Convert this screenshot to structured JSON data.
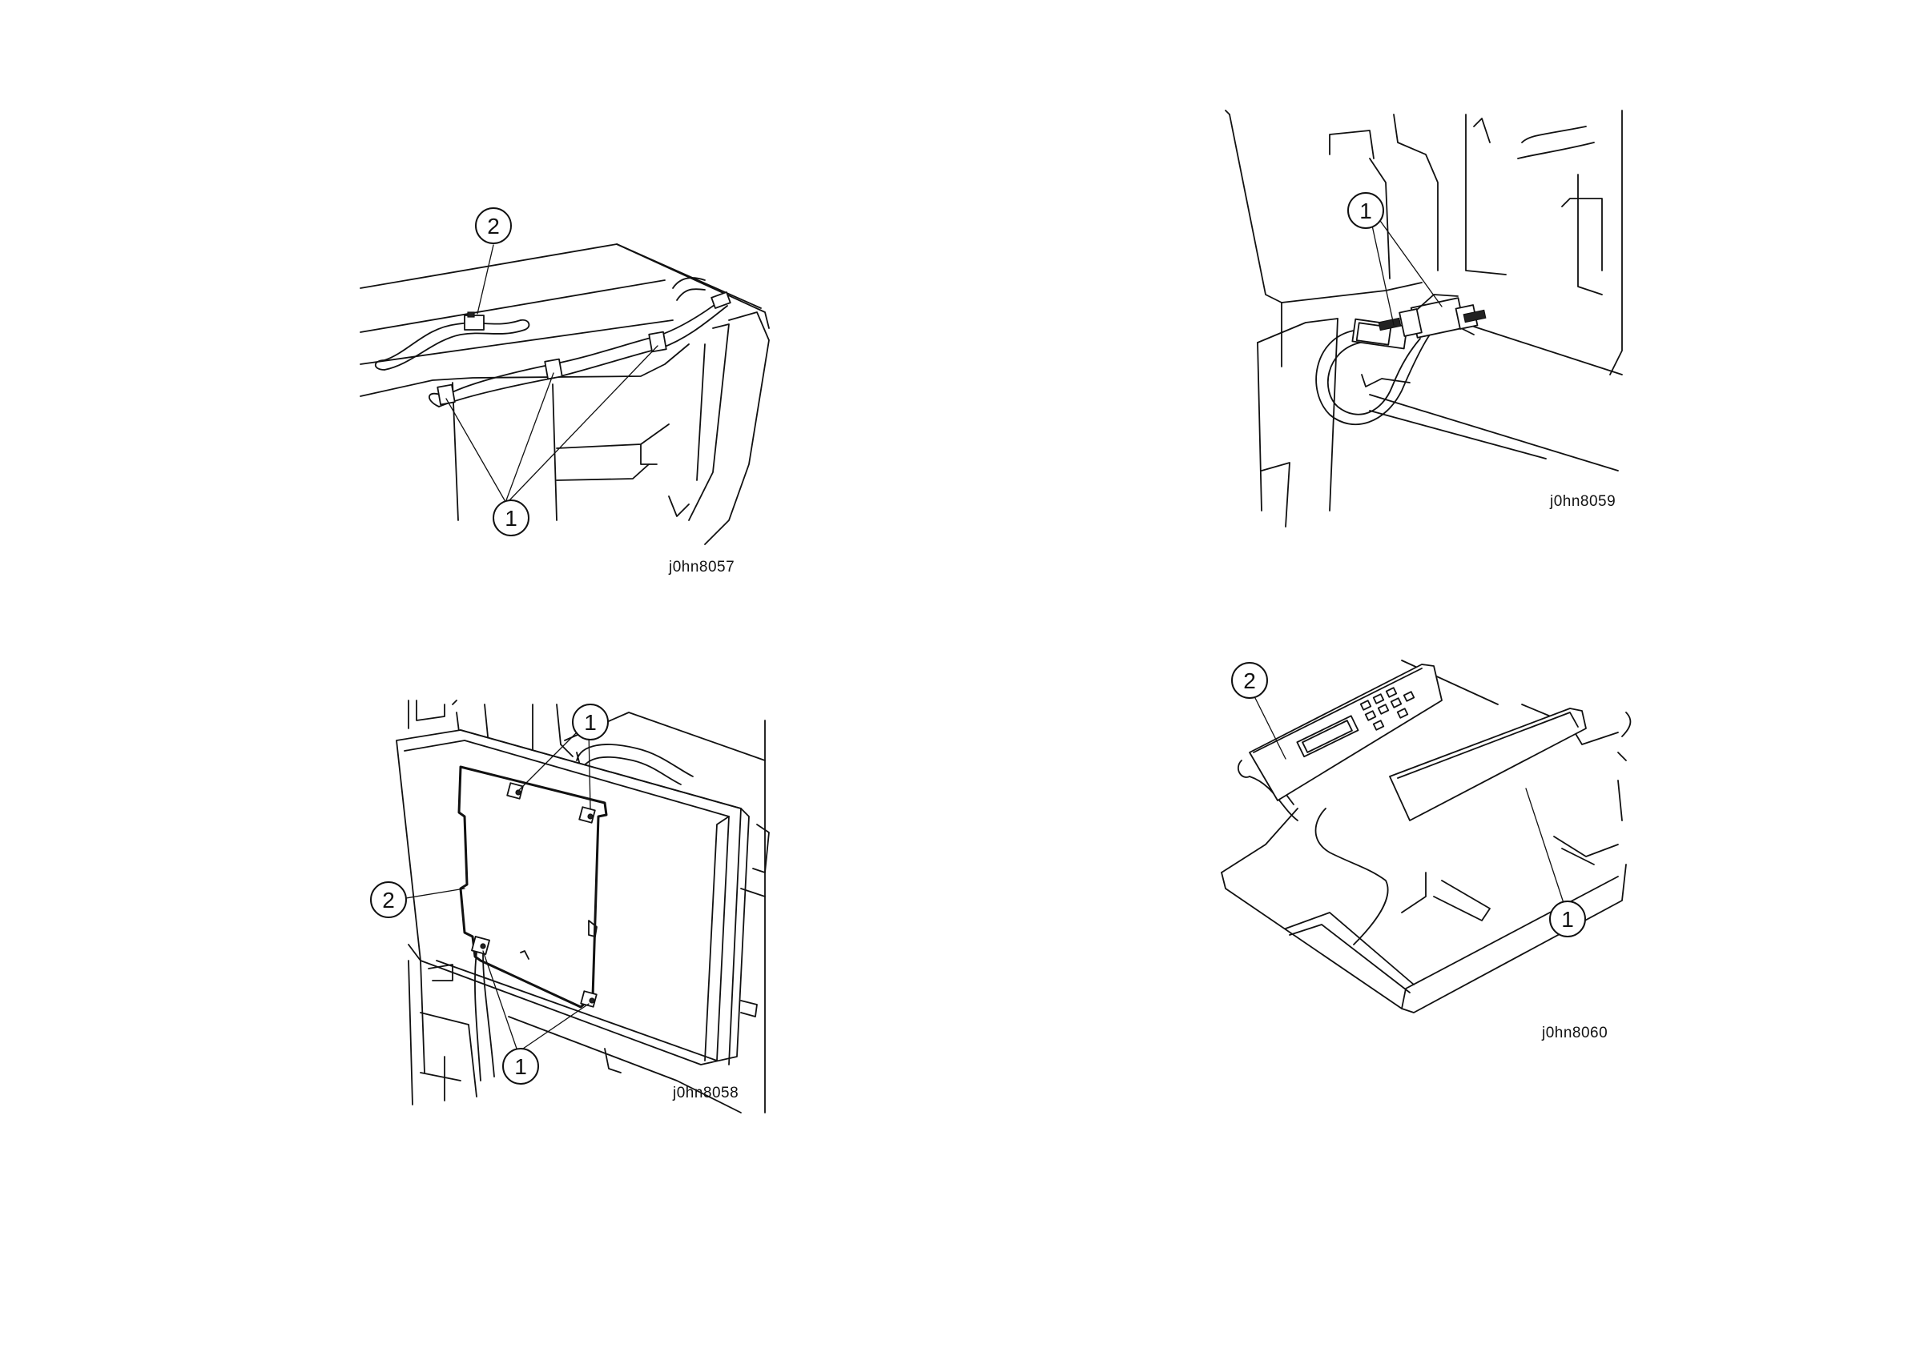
{
  "figures": [
    {
      "id": "fig1",
      "caption": "j0hn8057",
      "callouts": [
        "2",
        "1"
      ]
    },
    {
      "id": "fig2",
      "caption": "j0hn8059",
      "callouts": [
        "1"
      ]
    },
    {
      "id": "fig3",
      "caption": "j0hn8058",
      "callouts": [
        "1",
        "2",
        "1"
      ]
    },
    {
      "id": "fig4",
      "caption": "j0hn8060",
      "callouts": [
        "2",
        "1"
      ]
    }
  ]
}
